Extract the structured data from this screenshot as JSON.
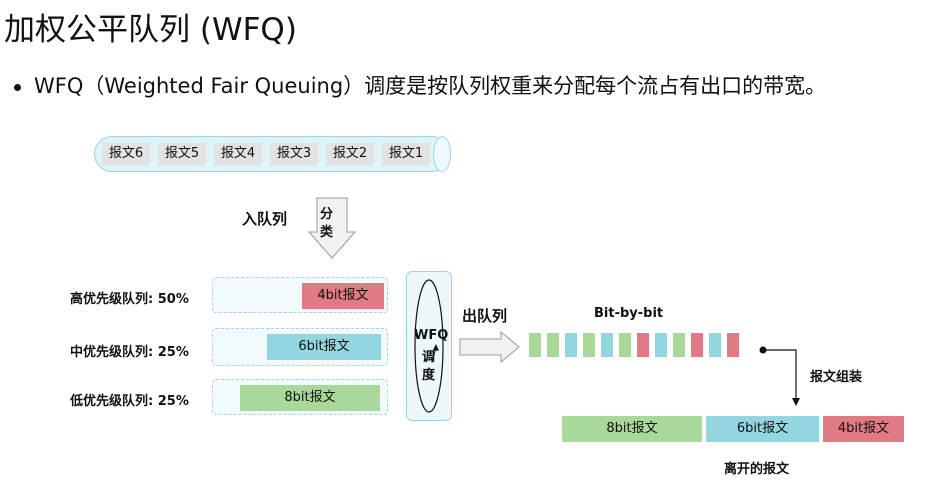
{
  "title": "加权公平队列 (WFQ)",
  "bullet": "WFQ（Weighted Fair Queuing）调度是按队列权重来分配每个流占有出口的带宽。",
  "input_packets": [
    "报文6",
    "报文5",
    "报文4",
    "报文3",
    "报文2",
    "报文1"
  ],
  "enqueue_label": "入队列",
  "classify_label_line1": "分",
  "classify_label_line2": "类",
  "queues": [
    {
      "label": "高优先级队列: 50%",
      "packet": "4bit报文",
      "color": "#e07b84"
    },
    {
      "label": "中优先级队列: 25%",
      "packet": "6bit报文",
      "color": "#93d6e0"
    },
    {
      "label": "低优先级队列: 25%",
      "packet": "8bit报文",
      "color": "#a9d89b"
    }
  ],
  "scheduler_line1": "WFQ",
  "scheduler_line2": "调",
  "scheduler_line3": "度",
  "dequeue_label": "出队列",
  "bit_by_bit_label": "Bit-by-bit",
  "bit_colors": [
    "#a9d89b",
    "#a9d89b",
    "#93d6e0",
    "#a9d89b",
    "#93d6e0",
    "#a9d89b",
    "#e07b84",
    "#93d6e0",
    "#a9d89b",
    "#e07b84",
    "#93d6e0",
    "#e07b84"
  ],
  "assemble_label": "报文组装",
  "output_packets": [
    {
      "text": "8bit报文",
      "color": "#a9d89b"
    },
    {
      "text": "6bit报文",
      "color": "#93d6e0"
    },
    {
      "text": "4bit报文",
      "color": "#e07b84"
    }
  ],
  "output_label": "离开的报文"
}
